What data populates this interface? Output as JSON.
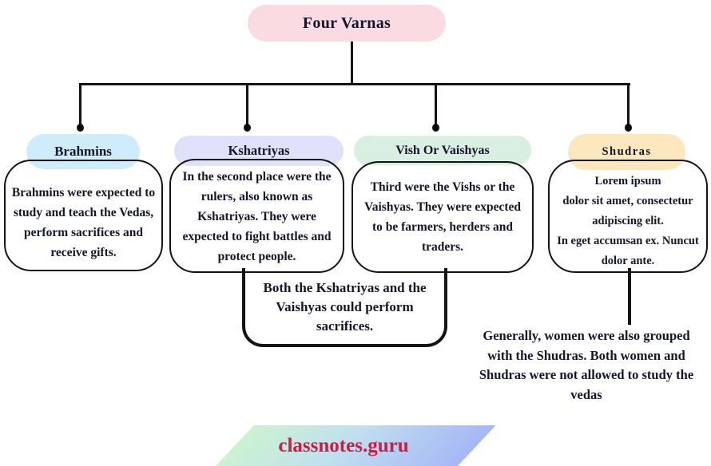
{
  "root": {
    "title": "Four Varnas",
    "color": "#fbdbe2"
  },
  "nodes": [
    {
      "label": "Brahmins",
      "pill_color": "#cfecfa",
      "lines": [
        "Brahmins were expected to",
        "study and teach the Vedas,",
        "perform sacrifices and",
        "receive gifts."
      ]
    },
    {
      "label": "Kshatriyas",
      "pill_color": "#e0e1fb",
      "lines": [
        "In the second place were the",
        "rulers, also known as",
        "Kshatriyas. They were",
        "expected to fight battles and",
        "protect people."
      ]
    },
    {
      "label": "Vish Or Vaishyas",
      "pill_color": "#d8efe2",
      "lines": [
        "Third were the Vishs or the",
        "Vaishyas. They were expected",
        "to be farmers, herders and",
        "traders."
      ]
    },
    {
      "label": "Shudras",
      "pill_color": "#fce7bf",
      "lines": [
        "Lorem ipsum",
        "dolor sit amet, consectetur",
        "adipiscing elit.",
        "In eget accumsan ex. Nuncut",
        "dolor ante."
      ]
    }
  ],
  "shared_note": {
    "lines": [
      "Both the Kshatriyas and the",
      "Vaishyas could perform",
      "sacrifices."
    ]
  },
  "shudra_note": {
    "lines": [
      "Generally, women were also grouped",
      "with the Shudras. Both women and",
      "Shudras were not allowed to study the",
      "vedas"
    ]
  },
  "footer": {
    "brand": "classnotes.guru",
    "brand_color": "#c81f48",
    "gradient_left": "#ccf2d2",
    "gradient_right": "#a7b7f6"
  },
  "line_color": "#141414",
  "text_color": "#15152a"
}
